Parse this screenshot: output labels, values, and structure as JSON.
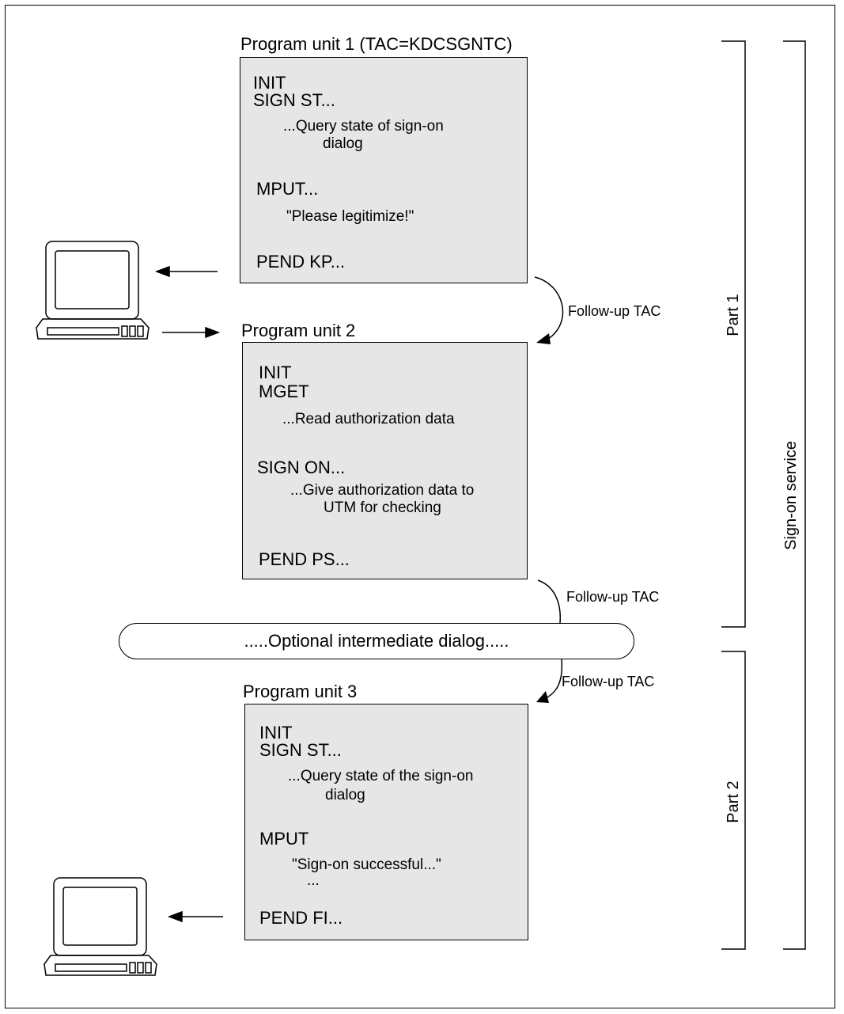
{
  "units": [
    {
      "title": "Program unit 1  (TAC=KDCSGNTC)",
      "lines": [
        "INIT",
        "SIGN ST...",
        "...Query state of sign-on",
        "dialog",
        "MPUT...",
        "\"Please legitimize!\"",
        "PEND KP..."
      ]
    },
    {
      "title": "Program unit 2",
      "lines": [
        "INIT",
        "MGET",
        "...Read authorization data",
        "SIGN ON...",
        "...Give authorization data to",
        "UTM for checking",
        "PEND PS..."
      ]
    },
    {
      "title": "Program unit 3",
      "lines": [
        "INIT",
        "SIGN ST...",
        "...Query state of the sign-on",
        "dialog",
        "MPUT",
        "\"Sign-on successful...\"",
        "...",
        "PEND FI..."
      ]
    }
  ],
  "followup": [
    "Follow-up TAC",
    "Follow-up TAC",
    "Follow-up TAC"
  ],
  "optional_dialog": ".....Optional intermediate dialog.....",
  "brackets": {
    "part1": "Part 1",
    "part2": "Part 2",
    "service": "Sign-on service"
  }
}
